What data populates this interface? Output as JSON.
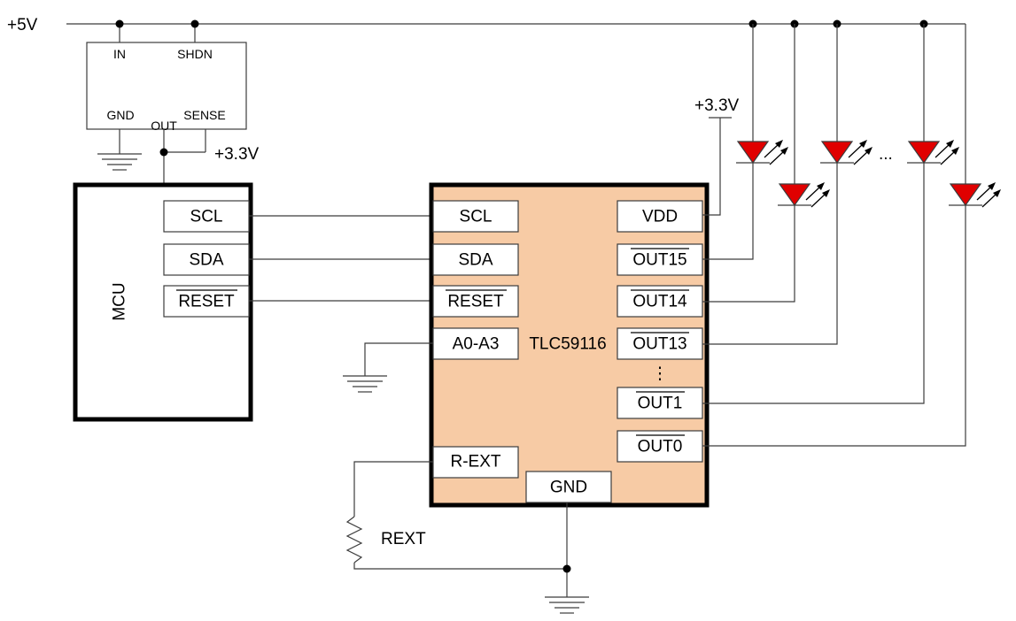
{
  "supply": {
    "v5": "+5V",
    "v33_reg": "+3.3V",
    "v33_vdd": "+3.3V"
  },
  "regulator": {
    "in": "IN",
    "shdn": "SHDN",
    "gnd": "GND",
    "out": "OUT",
    "sense": "SENSE"
  },
  "mcu": {
    "name": "MCU",
    "pins": [
      {
        "label": "SCL",
        "overline": false
      },
      {
        "label": "SDA",
        "overline": false
      },
      {
        "label": "RESET",
        "overline": true
      }
    ]
  },
  "driver": {
    "name": "TLC59116",
    "left_pins": [
      {
        "label": "SCL",
        "overline": false
      },
      {
        "label": "SDA",
        "overline": false
      },
      {
        "label": "RESET",
        "overline": true
      },
      {
        "label": "A0-A3",
        "overline": false
      }
    ],
    "right_pins": [
      {
        "label": "VDD",
        "overline": false
      },
      {
        "label": "OUT15",
        "overline": true
      },
      {
        "label": "OUT14",
        "overline": true
      },
      {
        "label": "OUT13",
        "overline": true
      },
      {
        "label": "OUT1",
        "overline": true
      },
      {
        "label": "OUT0",
        "overline": true
      }
    ],
    "rext": "R-EXT",
    "gnd": "GND",
    "vdots": "⋮"
  },
  "resistor": {
    "label": "REXT"
  },
  "led_ellipsis": "...",
  "colors": {
    "chip_fill": "#f7cba5",
    "led": "#e00000",
    "wire": "#3c3c3c"
  }
}
